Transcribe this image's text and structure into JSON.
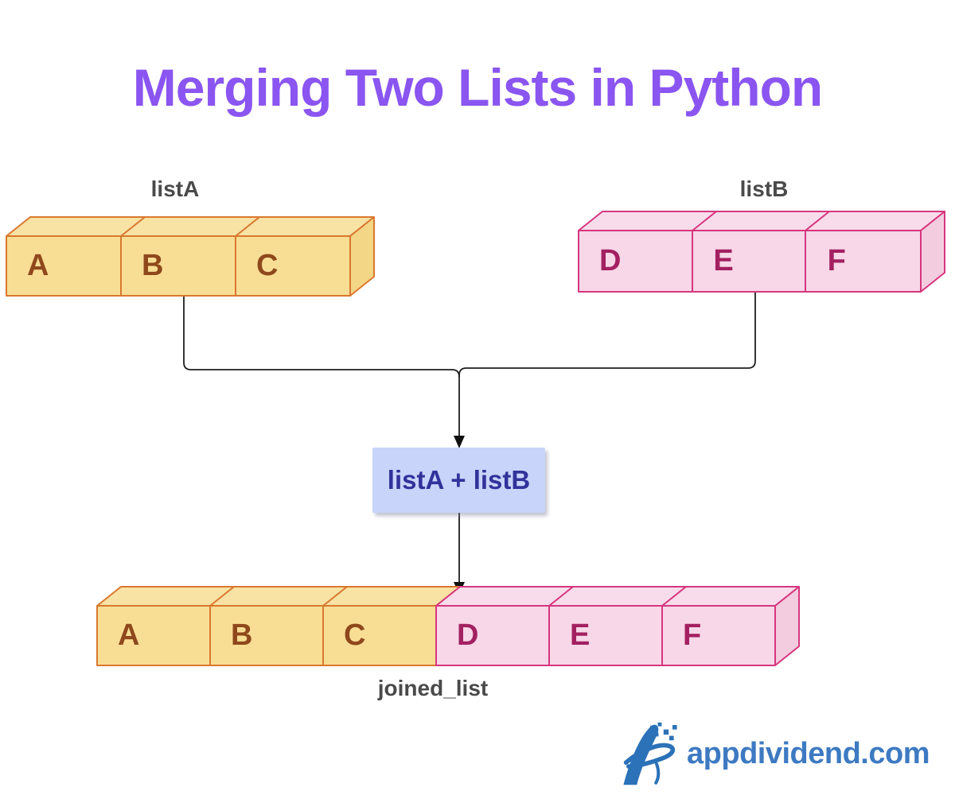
{
  "title": {
    "text": "Merging Two Lists in Python",
    "color": "#8A55F0"
  },
  "lists": {
    "listA": {
      "label": "listA",
      "cells": [
        "A",
        "B",
        "C"
      ],
      "fill": "#F8DE95",
      "top_fill": "#F8E2A4",
      "side_fill": "#F4D687",
      "border": "#D9782F",
      "letter_color": "#8F481C"
    },
    "listB": {
      "label": "listB",
      "cells": [
        "D",
        "E",
        "F"
      ],
      "fill": "#F7D7E8",
      "top_fill": "#F8DCEB",
      "side_fill": "#F3CCE0",
      "border": "#D6367E",
      "letter_color": "#A32061"
    },
    "joined": {
      "label": "joined_list",
      "cells": [
        "A",
        "B",
        "C",
        "D",
        "E",
        "F"
      ]
    }
  },
  "operation_box": {
    "text": "listA + listB",
    "fill": "#C9D4FA",
    "text_color": "#32329B"
  },
  "connector": {
    "color": "#1F1F1F"
  },
  "watermark": {
    "icon": "appdividend-a-swoosh-icon",
    "text": "appdividend.com",
    "text_color": "#3D7AC2",
    "mark_color": "#2B72B8"
  }
}
